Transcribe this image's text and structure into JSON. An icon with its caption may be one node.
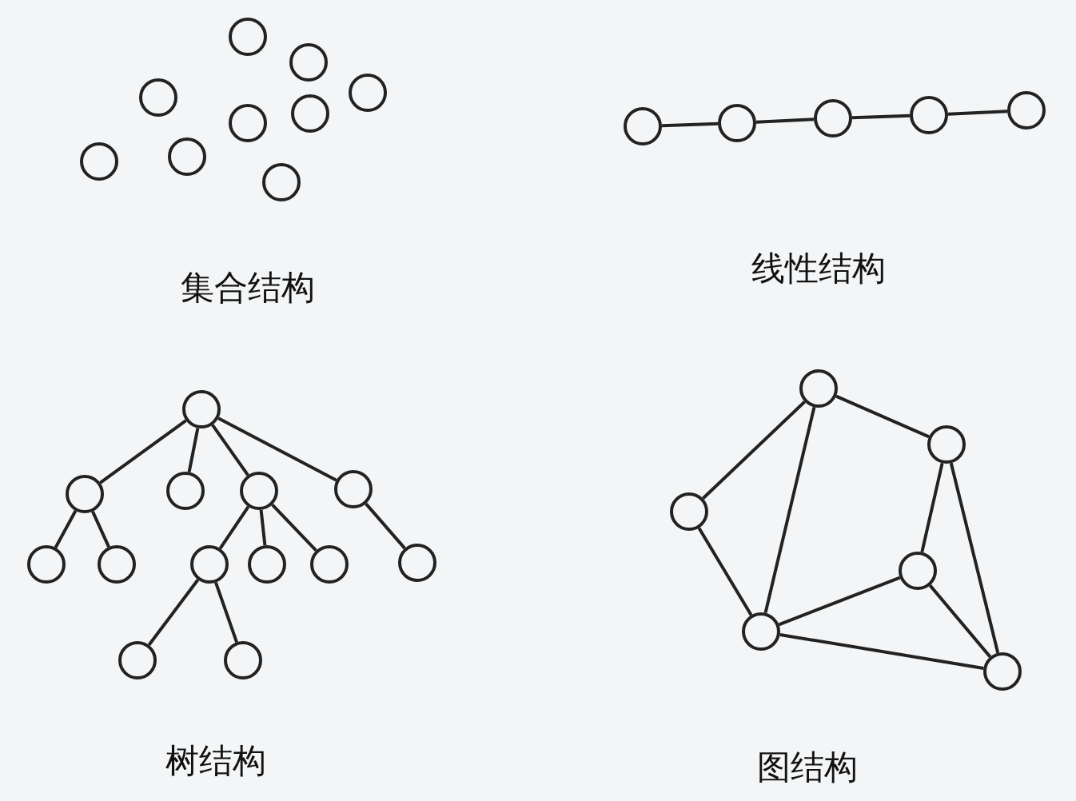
{
  "diagram": {
    "nodes": [
      {
        "text": [],
        "shape": "circle"
      },
      {
        "text": [],
        "shape": "circle"
      },
      {
        "text": [],
        "shape": "circle"
      },
      {
        "text": [],
        "shape": "circle"
      },
      {
        "text": [],
        "shape": "circle"
      },
      {
        "text": [],
        "shape": "circle"
      },
      {
        "text": [],
        "shape": "circle"
      },
      {
        "text": [],
        "shape": "circle"
      },
      {
        "text": [],
        "shape": "circle"
      },
      {
        "text": [],
        "shape": "circle"
      },
      {
        "text": [],
        "shape": "circle"
      },
      {
        "text": [],
        "shape": "circle"
      },
      {
        "text": [],
        "shape": "circle"
      },
      {
        "text": [],
        "shape": "circle"
      },
      {
        "text": [],
        "shape": "circle"
      },
      {
        "text": [],
        "shape": "circle"
      },
      {
        "text": [],
        "shape": "circle"
      },
      {
        "text": [],
        "shape": "circle"
      },
      {
        "text": [],
        "shape": "circle"
      },
      {
        "text": [],
        "shape": "circle"
      },
      {
        "text": [],
        "shape": "circle"
      },
      {
        "text": [],
        "shape": "circle"
      },
      {
        "text": [],
        "shape": "circle"
      },
      {
        "text": [],
        "shape": "circle"
      },
      {
        "text": [],
        "shape": "circle"
      },
      {
        "text": [],
        "shape": "circle"
      },
      {
        "text": [],
        "shape": "circle"
      },
      {
        "text": [],
        "shape": "circle"
      },
      {
        "text": [],
        "shape": "circle"
      },
      {
        "text": [],
        "shape": "circle"
      },
      {
        "text": [],
        "shape": "circle"
      },
      {
        "text": [],
        "shape": "circle"
      },
      {
        "text": [],
        "shape": "circle"
      }
    ],
    "edges": [
      {
        "from": 9,
        "to": 10,
        "arrow": "none"
      },
      {
        "from": 10,
        "to": 11,
        "arrow": "none"
      },
      {
        "from": 11,
        "to": 12,
        "arrow": "none"
      },
      {
        "from": 12,
        "to": 13,
        "arrow": "none"
      },
      {
        "from": 14,
        "to": 15,
        "arrow": "none"
      },
      {
        "from": 14,
        "to": 16,
        "arrow": "none"
      },
      {
        "from": 14,
        "to": 17,
        "arrow": "none"
      },
      {
        "from": 14,
        "to": 18,
        "arrow": "none"
      },
      {
        "from": 15,
        "to": 19,
        "arrow": "none"
      },
      {
        "from": 15,
        "to": 20,
        "arrow": "none"
      },
      {
        "from": 17,
        "to": 21,
        "arrow": "none"
      },
      {
        "from": 17,
        "to": 22,
        "arrow": "none"
      },
      {
        "from": 17,
        "to": 23,
        "arrow": "none"
      },
      {
        "from": 18,
        "to": 24,
        "arrow": "none"
      },
      {
        "from": 21,
        "to": 25,
        "arrow": "none"
      },
      {
        "from": 21,
        "to": 26,
        "arrow": "none"
      },
      {
        "from": 27,
        "to": 28,
        "arrow": "none"
      },
      {
        "from": 27,
        "to": 29,
        "arrow": "none"
      },
      {
        "from": 27,
        "to": 31,
        "arrow": "none"
      },
      {
        "from": 28,
        "to": 30,
        "arrow": "none"
      },
      {
        "from": 28,
        "to": 32,
        "arrow": "none"
      },
      {
        "from": 29,
        "to": 31,
        "arrow": "none"
      },
      {
        "from": 31,
        "to": 30,
        "arrow": "none"
      },
      {
        "from": 31,
        "to": 32,
        "arrow": "none"
      },
      {
        "from": 30,
        "to": 32,
        "arrow": "none"
      }
    ],
    "labels": [
      "集合结构",
      "线性结构",
      "树结构",
      "图结构"
    ]
  }
}
